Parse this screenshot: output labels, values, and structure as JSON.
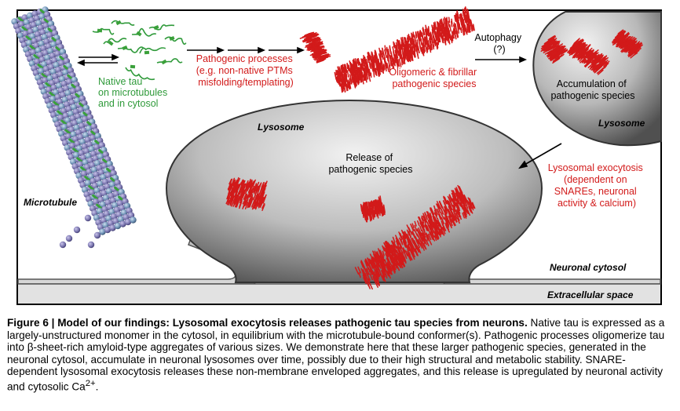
{
  "diagram": {
    "labels": {
      "native_tau": [
        "Native tau",
        "on microtubules",
        "and in cytosol"
      ],
      "pathogenic_processes": [
        "Pathogenic processes",
        "(e.g. non-native PTMs",
        "misfolding/templating)"
      ],
      "oligomeric": [
        "Oligomeric & fibrillar",
        "pathogenic species"
      ],
      "autophagy": [
        "Autophagy",
        "(?)"
      ],
      "accumulation": [
        "Accumulation of",
        "pathogenic species"
      ],
      "lysosome_small": "Lysosome",
      "lysosome_big": "Lysosome",
      "release": [
        "Release of",
        "pathogenic species"
      ],
      "exocytosis": [
        "Lysosomal exocytosis",
        "(dependent on",
        "SNAREs, neuronal",
        "activity & calcium)"
      ],
      "microtubule": "Microtubule",
      "neuronal_cytosol": "Neuronal cytosol",
      "extracellular_space": "Extracellular space"
    },
    "colors": {
      "green": "#2f9a3a",
      "red": "#d21a1a",
      "lysosome_dark": "#5c5c5c",
      "lysosome_light": "#e6e6e6",
      "microtubule": "#7c77b0"
    }
  },
  "caption": {
    "title": "Figure 6 | Model of our findings: Lysosomal exocytosis releases pathogenic tau species from neurons.",
    "body": " Native tau is expressed as a largely-unstructured monomer in the cytosol, in equilibrium with the microtubule-bound conformer(s). Pathogenic processes oligomerize tau into β-sheet-rich amyloid-type aggregates of various sizes. We demonstrate here that these larger pathogenic species, generated in the neuronal cytosol, accumulate in neuronal lysosomes over time, possibly due to their high structural and metabolic stability. SNARE-dependent lysosomal exocytosis releases these non-membrane enveloped aggregates, and this release is upregulated by neuronal activity and cytosolic Ca",
    "superscript": "2+",
    "end": "."
  }
}
